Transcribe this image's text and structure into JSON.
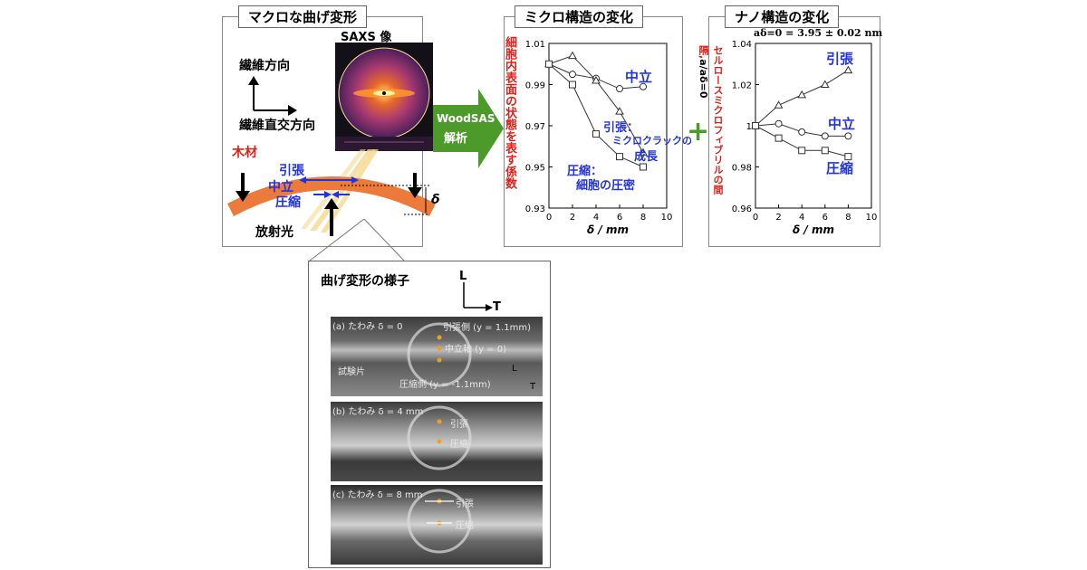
{
  "macro": {
    "title": "マクロな曲げ変形",
    "saxs_label": "SAXS 像",
    "fiber_dir": "繊維方向",
    "fiber_perp": "繊維直交方向",
    "wood": "木材",
    "tension": "引張",
    "neutral": "中立",
    "compression": "圧縮",
    "radiation": "放射光",
    "delta": "δ"
  },
  "arrow": {
    "line1": "WoodSAS",
    "line2": "解析"
  },
  "plus": "+",
  "micro": {
    "title": "ミクロ構造の変化",
    "ylabel": "細胞内表面の状態を表す係数",
    "xlabel": "δ / mm",
    "ann_neutral": "中立",
    "ann_tension_1": "引張：",
    "ann_tension_2": "ミクロクラックの",
    "ann_tension_3": "成長",
    "ann_comp_1": "圧縮：",
    "ann_comp_2": "細胞の圧密",
    "y_ticks": [
      "1.01",
      "0.99",
      "0.97",
      "0.95",
      "0.93"
    ],
    "x_ticks": [
      "0",
      "2",
      "4",
      "6",
      "8",
      "10"
    ]
  },
  "nano": {
    "title": "ナノ構造の変化",
    "ylabel": "セルロースミクロフィブリルの間隔,",
    "ylabel_math": "a/aδ=0",
    "header": "aδ=0 = 3.95 ± 0.02 nm",
    "xlabel": "δ / mm",
    "ann_tension": "引張",
    "ann_neutral": "中立",
    "ann_comp": "圧縮",
    "y_ticks": [
      "1.04",
      "1.02",
      "1",
      "0.98",
      "0.96"
    ],
    "x_ticks": [
      "0",
      "2",
      "4",
      "6",
      "8",
      "10"
    ]
  },
  "bending": {
    "title": "曲げ変形の様子",
    "axis_L": "L",
    "axis_T": "T",
    "photo_a": {
      "caption": "(a) たわみ δ = 0",
      "tension_side": "引張側 (y = 1.1mm)",
      "neutral_axis": "中立軸 (y = 0)",
      "compression_side": "圧縮側 (y = -1.1mm)",
      "specimen": "試験片",
      "L": "L",
      "T": "T"
    },
    "photo_b": {
      "caption": "(b) たわみ δ = 4 mm",
      "tension": "引張",
      "compression": "圧縮"
    },
    "photo_c": {
      "caption": "(c) たわみ δ = 8 mm",
      "tension": "引張",
      "compression": "圧縮"
    }
  },
  "chart_data": [
    {
      "type": "line",
      "title": "ミクロ構造の変化",
      "xlabel": "δ / mm",
      "ylabel": "細胞内表面の状態を表す係数",
      "xlim": [
        0,
        10
      ],
      "ylim": [
        0.93,
        1.01
      ],
      "series": [
        {
          "name": "中立",
          "marker": "circle",
          "x": [
            0,
            2,
            4,
            6,
            8
          ],
          "y": [
            1.0,
            0.995,
            0.993,
            0.988,
            0.989
          ]
        },
        {
          "name": "引張",
          "marker": "triangle",
          "x": [
            0,
            2,
            4,
            6,
            8
          ],
          "y": [
            1.0,
            1.004,
            0.992,
            0.977,
            0.957
          ]
        },
        {
          "name": "圧縮",
          "marker": "square",
          "x": [
            0,
            2,
            4,
            6,
            8
          ],
          "y": [
            1.0,
            0.99,
            0.966,
            0.955,
            0.95
          ]
        }
      ]
    },
    {
      "type": "line",
      "title": "ナノ構造の変化",
      "xlabel": "δ / mm",
      "ylabel": "セルロースミクロフィブリルの間隔, a/aδ=0",
      "xlim": [
        0,
        10
      ],
      "ylim": [
        0.96,
        1.04
      ],
      "series": [
        {
          "name": "引張",
          "marker": "triangle",
          "x": [
            0,
            2,
            4,
            6,
            8
          ],
          "y": [
            1.0,
            1.01,
            1.015,
            1.02,
            1.027
          ]
        },
        {
          "name": "中立",
          "marker": "circle",
          "x": [
            0,
            2,
            4,
            6,
            8
          ],
          "y": [
            1.0,
            1.001,
            0.997,
            0.995,
            0.995
          ]
        },
        {
          "name": "圧縮",
          "marker": "square",
          "x": [
            0,
            2,
            4,
            6,
            8
          ],
          "y": [
            1.0,
            0.994,
            0.988,
            0.988,
            0.985
          ]
        }
      ]
    }
  ]
}
